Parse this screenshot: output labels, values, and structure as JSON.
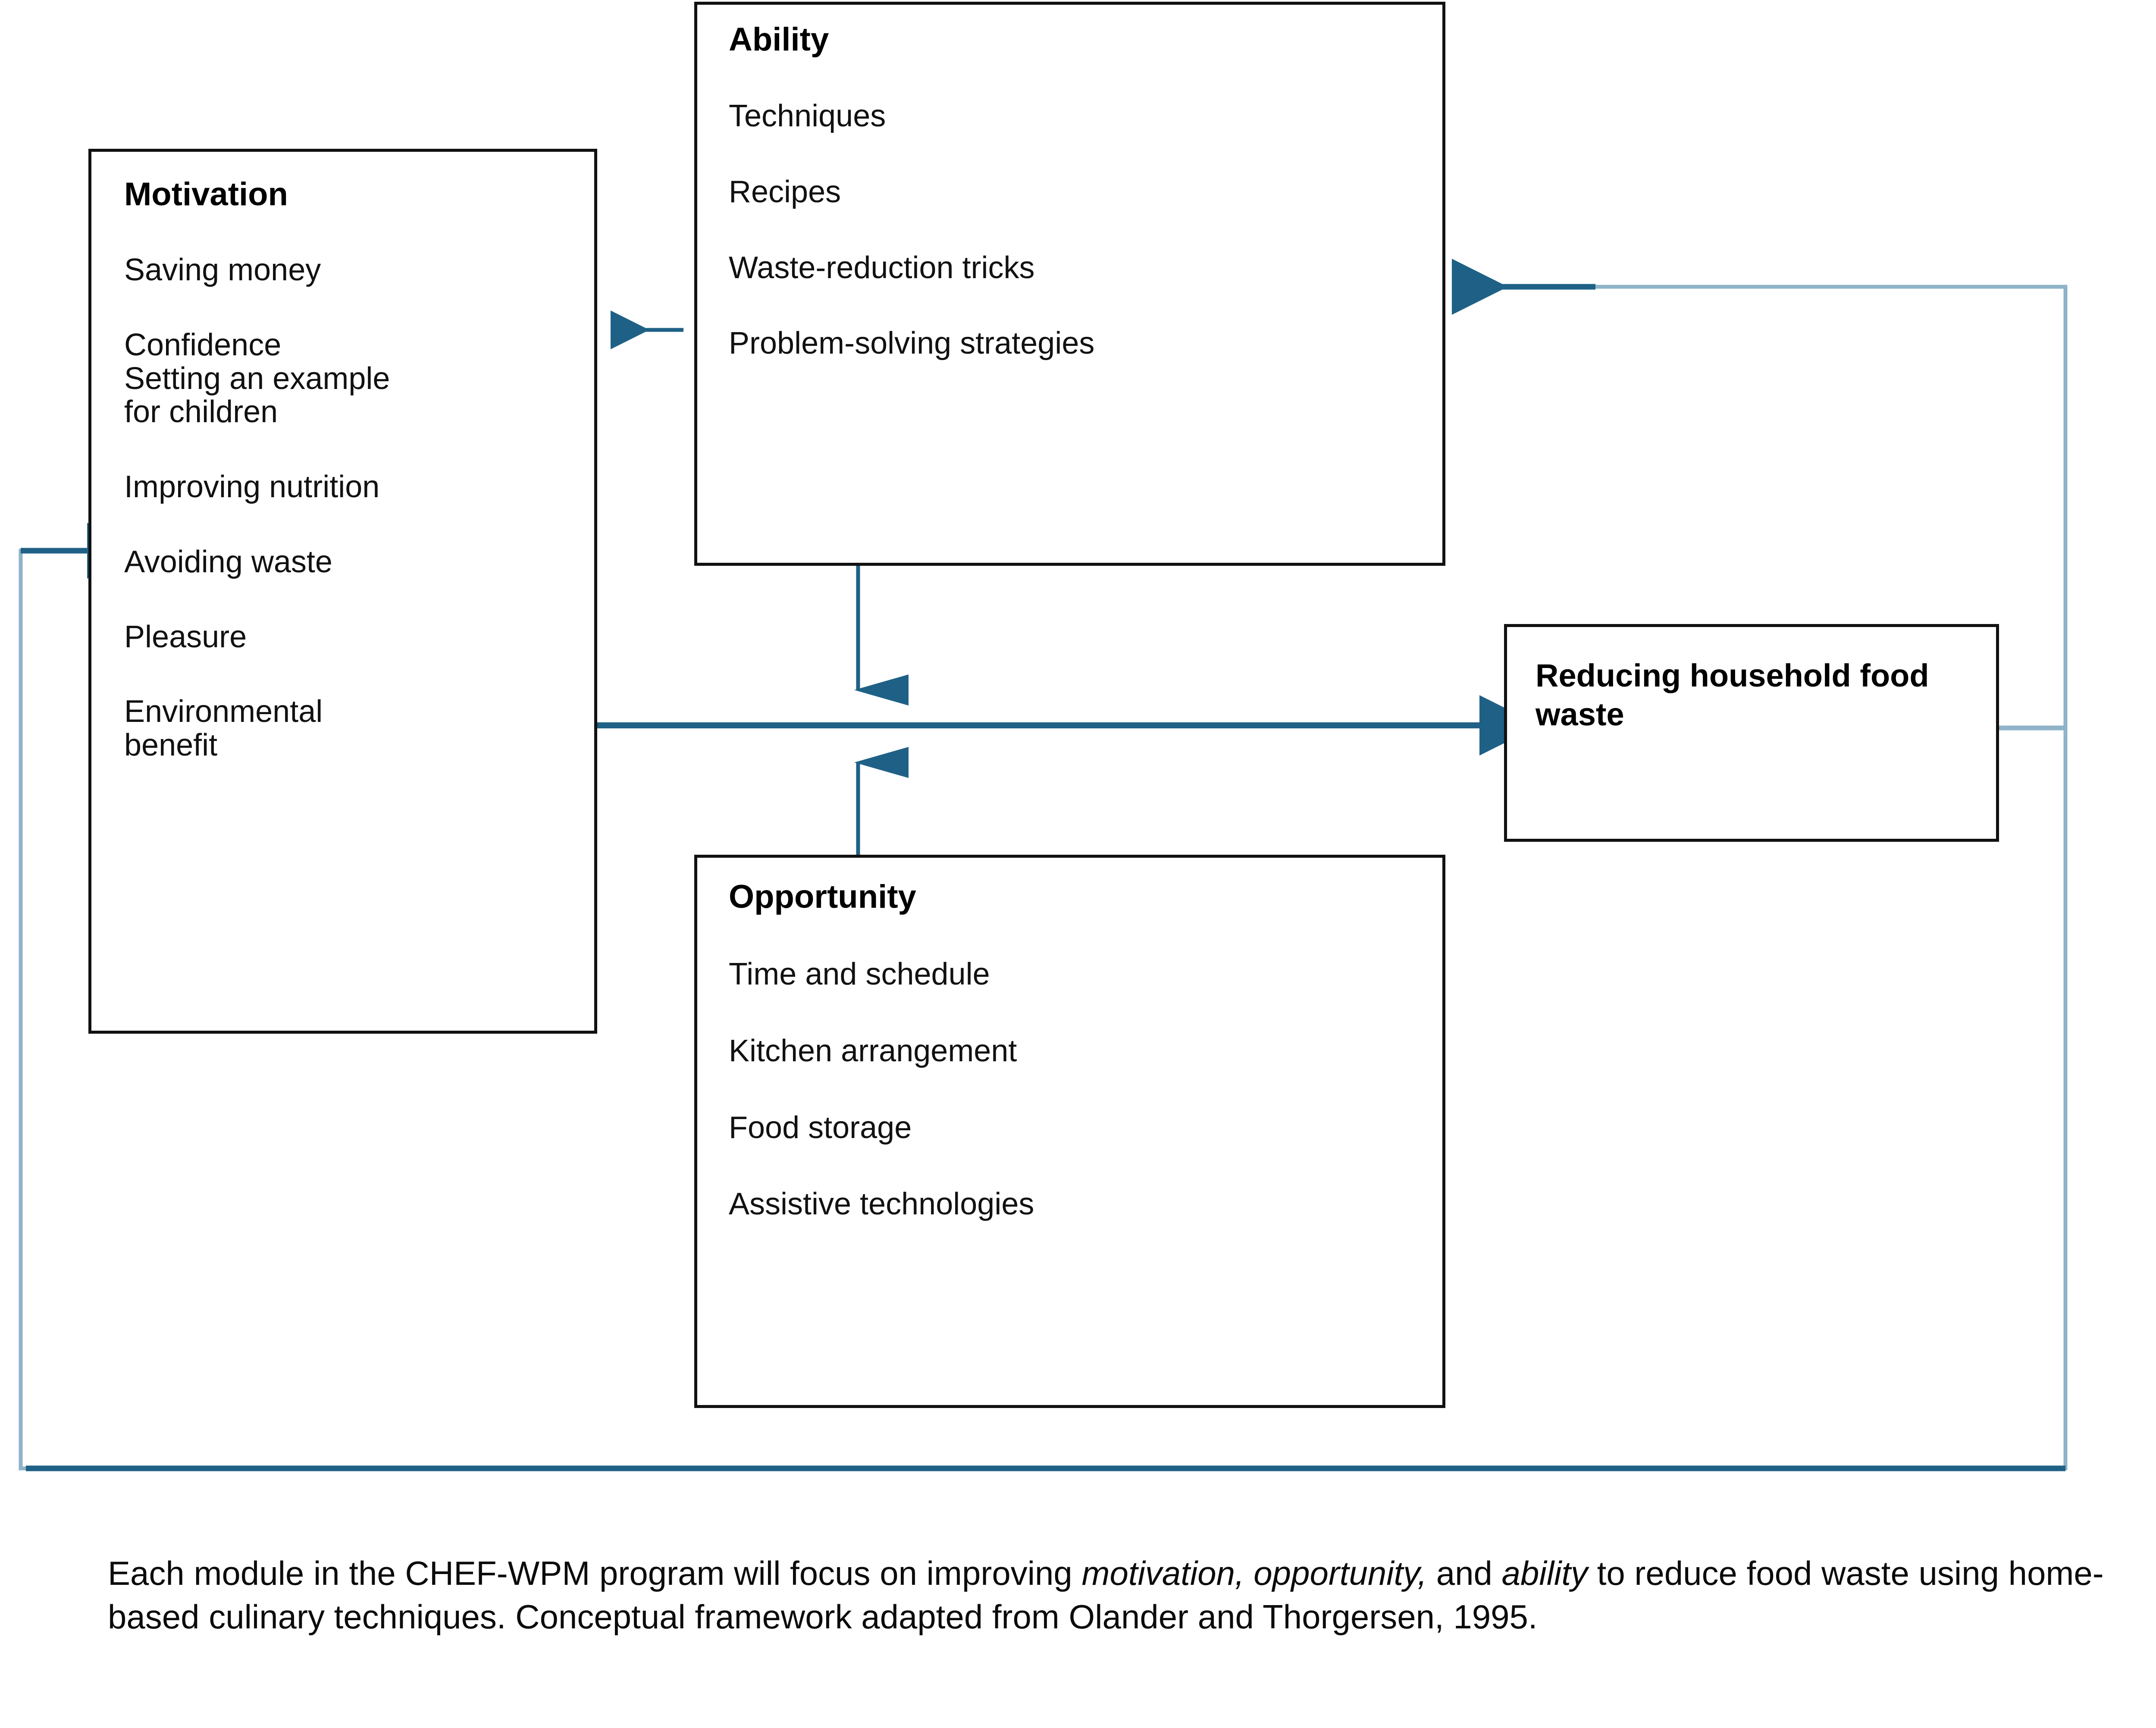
{
  "figure": {
    "title": "CHEF-WPM conceptual framework",
    "accent_color": "#1f6186",
    "accent_color_light": "#8fb3c8",
    "box_border_color": "#111111",
    "background_color": "#ffffff"
  },
  "nodes": {
    "motivation": {
      "title": "Motivation",
      "items": [
        "Saving money",
        "Confidence\nSetting an example\nfor children",
        "Improving nutrition",
        "Avoiding waste",
        "Pleasure",
        "Environmental\nbenefit"
      ]
    },
    "ability": {
      "title": "Ability",
      "items": [
        "Techniques",
        "Recipes",
        "Waste-reduction tricks",
        "Problem-solving strategies"
      ]
    },
    "opportunity": {
      "title": "Opportunity",
      "items": [
        "Time and schedule",
        "Kitchen arrangement",
        "Food storage",
        "Assistive technologies"
      ]
    },
    "outcome": {
      "title": "Reducing household food waste"
    }
  },
  "connectors": [
    {
      "name": "ability-to-motivation",
      "from": "ability",
      "to": "motivation",
      "direction": "left",
      "style": "solid-arrow"
    },
    {
      "name": "motivation-to-outcome",
      "from": "motivation",
      "to": "outcome",
      "direction": "right",
      "style": "solid-arrow"
    },
    {
      "name": "ability-to-center",
      "from": "ability",
      "to": "motivation-outcome-link",
      "direction": "down",
      "style": "solid-arrow"
    },
    {
      "name": "opportunity-to-center",
      "from": "opportunity",
      "to": "motivation-outcome-link",
      "direction": "up",
      "style": "solid-arrow"
    },
    {
      "name": "outcome-feedback-to-ability",
      "from": "outcome",
      "to": "ability",
      "direction": "left",
      "style": "elbow-arrow"
    },
    {
      "name": "outcome-feedback-to-motivation",
      "from": "outcome",
      "to": "motivation",
      "direction": "right",
      "style": "elbow-arrow"
    }
  ],
  "caption": {
    "part1": "Each module in the CHEF-WPM program will focus on improving ",
    "em1": "motivation, opportunity,",
    "part2": " and ",
    "em2": "ability",
    "part3": " to reduce food waste using home-based culinary techniques. Conceptual framework adapted from Olander and Thorgersen, 1995."
  }
}
